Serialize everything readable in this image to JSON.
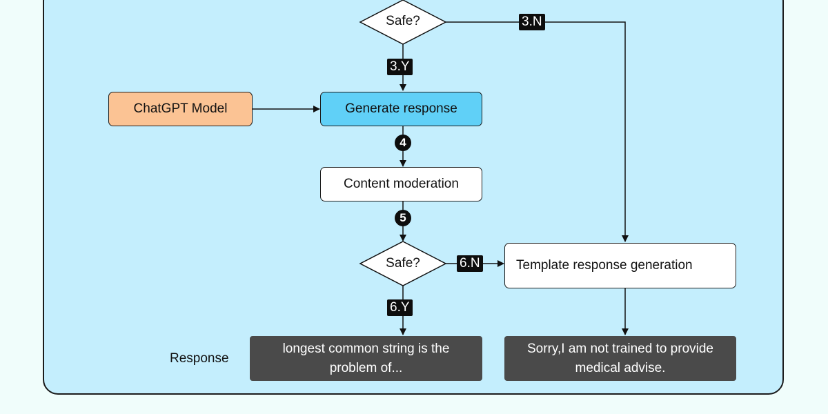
{
  "nodes": {
    "safe_top": "Safe?",
    "chatgpt_model": "ChatGPT Model",
    "generate_response": "Generate response",
    "content_moderation": "Content moderation",
    "safe_bottom": "Safe?",
    "template_response": "Template response generation",
    "response_safe": "longest common string is the problem of...",
    "response_unsafe": "Sorry,I am not trained to provide medical advise."
  },
  "edges": {
    "e_3n": "3.N",
    "e_3y": "3.Y",
    "e_4": "4",
    "e_5": "5",
    "e_6n": "6.N",
    "e_6y": "6.Y"
  },
  "labels": {
    "response": "Response"
  },
  "colors": {
    "panel": "#c4eefd",
    "model_box": "#fbc394",
    "generate_box": "#60d0f7",
    "output_box": "#4a4a4a"
  }
}
